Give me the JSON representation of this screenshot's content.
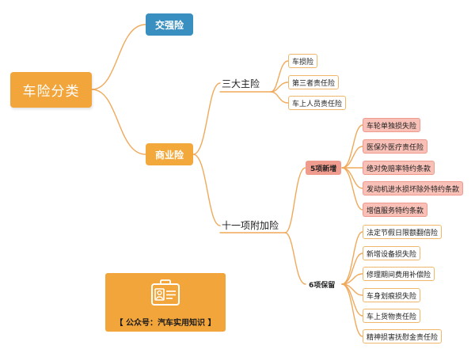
{
  "root": "车险分类",
  "jiaoqiang": "交强险",
  "shangye": "商业险",
  "sanda": {
    "label": "三大主险",
    "items": [
      "车损险",
      "第三者责任险",
      "车上人员责任险"
    ]
  },
  "shiyi": {
    "label": "十一项附加险",
    "new_group": {
      "label": "5项新增",
      "items": [
        "车轮单独损失险",
        "医保外医疗责任险",
        "绝对免赔率特约条款",
        "发动机进水损坏除外特约条款",
        "增值服务特约条款"
      ]
    },
    "kept_group": {
      "label": "6项保留",
      "items": [
        "法定节假日限额翻倍险",
        "新增设备损失险",
        "修理期间费用补偿险",
        "车身划痕损失险",
        "车上货物责任险",
        "精神损害抚慰金责任险"
      ]
    }
  },
  "public_account": {
    "text": "【 公众号：汽车实用知识 】",
    "icon": "id-card-icon"
  },
  "colors": {
    "branch_line": "#f0a95a",
    "root_fill": "#f2a53a",
    "jiaoqiang_fill": "#3a8fc1",
    "highlight_fill": "#f8c0b7"
  }
}
